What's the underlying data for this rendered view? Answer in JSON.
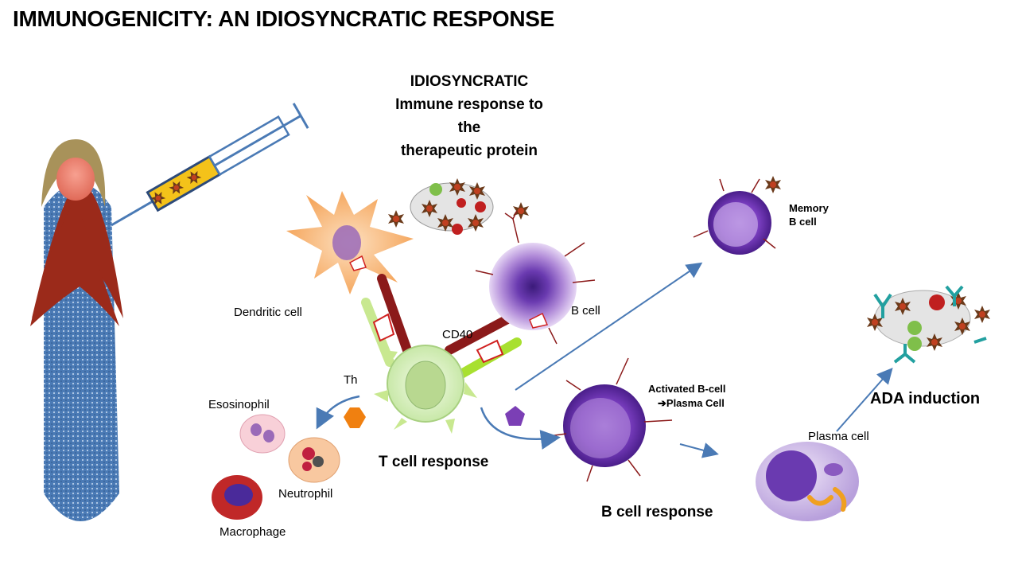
{
  "header": {
    "title": "IMMUNOGENICITY: AN IDIOSYNCRATIC RESPONSE"
  },
  "subtitle": {
    "line1": "IDIOSYNCRATIC",
    "line2": "Immune response to",
    "line3": "the",
    "line4": "therapeutic protein"
  },
  "labels": {
    "dendritic_cell": "Dendritic cell",
    "b_cell": "B cell",
    "cd40": "CD40",
    "th": "Th",
    "esosinophil": "Esosinophil",
    "neutrophil": "Neutrophil",
    "macrophage": "Macrophage",
    "t_cell_response": "T cell response",
    "memory_b_cell_1": "Memory",
    "memory_b_cell_2": "B cell",
    "activated_b_cell": "Activated B-cell",
    "plasma_cell_arrow": "➔Plasma Cell",
    "plasma_cell": "Plasma cell",
    "b_cell_response": "B cell response",
    "ada_induction": "ADA induction"
  },
  "colors": {
    "arrow": "#4a7ab5",
    "b_cell": "#7b3fb5",
    "t_cell": "#d8f0c0",
    "receptor": "#8b1a1a",
    "drug_star": "#6b3a1a",
    "dendritic": "#f6b27a",
    "dress": "#4a7ab5",
    "robe": "#9b2a1a"
  }
}
